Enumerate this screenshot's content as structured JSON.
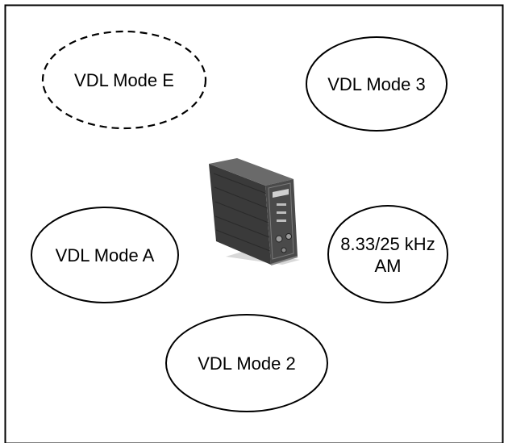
{
  "diagram": {
    "nodes": [
      {
        "id": "vdl-mode-e",
        "lines": [
          "VDL Mode E"
        ],
        "style": "dashed"
      },
      {
        "id": "vdl-mode-3",
        "lines": [
          "VDL Mode 3"
        ],
        "style": "solid"
      },
      {
        "id": "vdl-mode-a",
        "lines": [
          "VDL Mode A"
        ],
        "style": "solid"
      },
      {
        "id": "am-8-33-25",
        "lines": [
          "8.33/25 kHz",
          "AM"
        ],
        "style": "solid"
      },
      {
        "id": "vdl-mode-2",
        "lines": [
          "VDL Mode 2"
        ],
        "style": "solid"
      }
    ],
    "center_image": "radio-transceiver-unit"
  },
  "colors": {
    "border": "#000000",
    "background": "#ffffff",
    "unit_body": "#3a3a3a"
  }
}
